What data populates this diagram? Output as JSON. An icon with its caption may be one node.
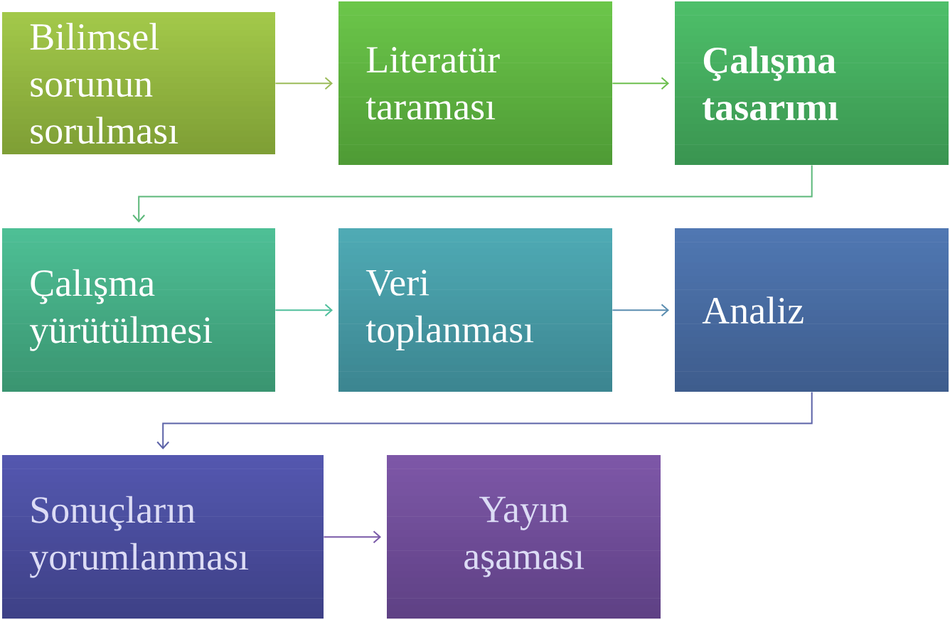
{
  "diagram": {
    "nodes": [
      {
        "text": [
          "Bilimsel sorunun sorulması"
        ]
      },
      {
        "text": [
          "Literatür taraması"
        ]
      },
      {
        "text": [
          "Çalışma tasarımı"
        ]
      },
      {
        "text": [
          "Çalışma yürütülmesi"
        ]
      },
      {
        "text": [
          "Veri toplanması"
        ]
      },
      {
        "text": [
          "Analiz"
        ]
      },
      {
        "text": [
          "Sonuçların yorumlanması"
        ]
      },
      {
        "text": [
          "Yayın aşaması"
        ]
      }
    ],
    "edges": [
      {
        "from": 0,
        "to": 1,
        "arrow": "to",
        "color": "#9bbb59"
      },
      {
        "from": 1,
        "to": 2,
        "arrow": "to",
        "color": "#6cbf4e"
      },
      {
        "from": 2,
        "to": 3,
        "arrow": "to",
        "color": "#5cb87a"
      },
      {
        "from": 3,
        "to": 4,
        "arrow": "to",
        "color": "#4fbf9c"
      },
      {
        "from": 4,
        "to": 5,
        "arrow": "to",
        "color": "#5a8db0"
      },
      {
        "from": 5,
        "to": 6,
        "arrow": "to",
        "color": "#5c63a8"
      },
      {
        "from": 6,
        "to": 7,
        "arrow": "to",
        "color": "#7a5aa8"
      }
    ]
  }
}
